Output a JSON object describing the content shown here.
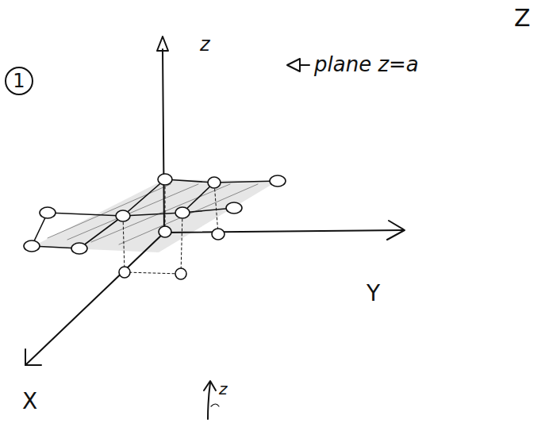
{
  "diagram": {
    "nodes": [
      {
        "text": [
          "1"
        ]
      }
    ],
    "labels": [
      "Z",
      "z",
      "plane z=a",
      "Y",
      "X",
      "z"
    ]
  }
}
